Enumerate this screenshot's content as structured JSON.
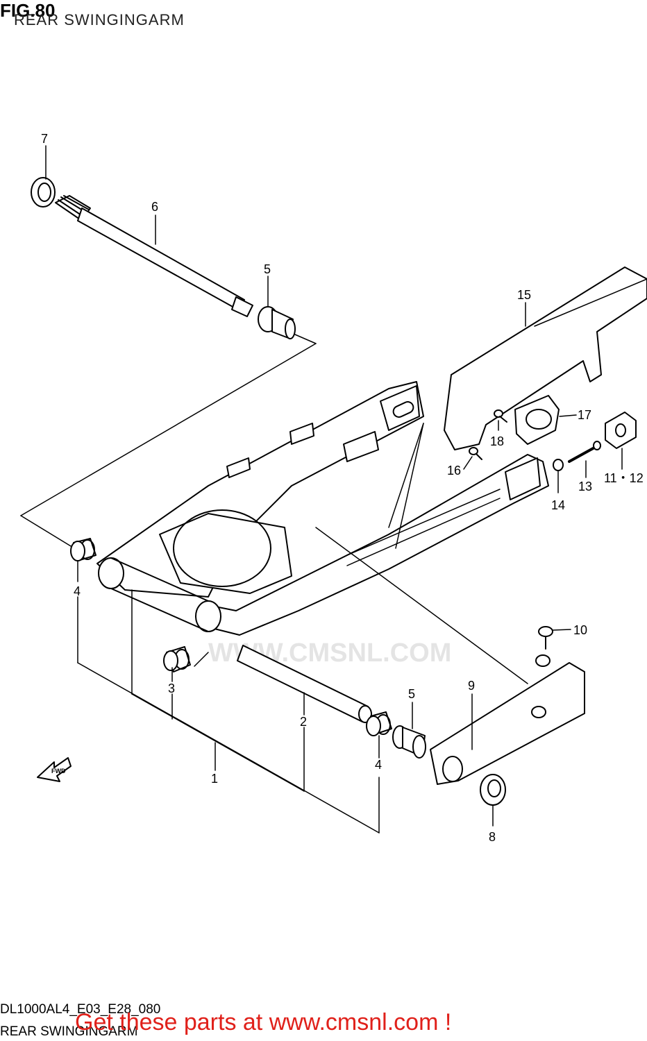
{
  "header": {
    "fig_label": "FIG.80",
    "title": "REAR SWINGINGARM"
  },
  "footer": {
    "model_code": "DL1000AL4_E03_E28_080",
    "section_name": "REAR SWINGINGARM",
    "promo": "Get these parts at www.cmsnl.com !"
  },
  "watermark": "WWW.CMSNL.COM",
  "direction_badge": "FWD",
  "callouts": {
    "c1": "1",
    "c2": "2",
    "c3": "3",
    "c4a": "4",
    "c4b": "4",
    "c5a": "5",
    "c5b": "5",
    "c6": "6",
    "c7": "7",
    "c8": "8",
    "c9": "9",
    "c10": "10",
    "c11_12": "11・12",
    "c13": "13",
    "c14": "14",
    "c15": "15",
    "c16": "16",
    "c17": "17",
    "c18": "18"
  },
  "colors": {
    "line": "#000000",
    "promo": "#e0201a",
    "background": "#ffffff"
  }
}
